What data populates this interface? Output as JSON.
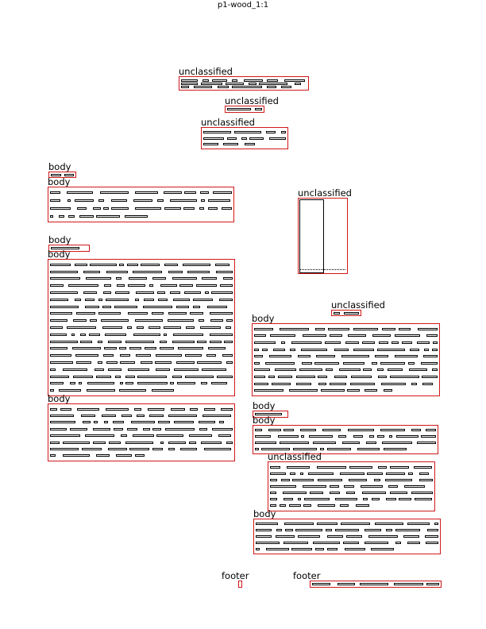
{
  "page": {
    "title": "p1-wood_1:1"
  },
  "regions": [
    {
      "id": "r1",
      "label": "unclassified"
    },
    {
      "id": "r2",
      "label": "unclassified"
    },
    {
      "id": "r3",
      "label": "unclassified"
    },
    {
      "id": "r4",
      "label": "body"
    },
    {
      "id": "r5",
      "label": "body"
    },
    {
      "id": "r6",
      "label": "unclassified"
    },
    {
      "id": "r7",
      "label": "body"
    },
    {
      "id": "r8",
      "label": "body"
    },
    {
      "id": "r9",
      "label": "unclassified"
    },
    {
      "id": "r10",
      "label": "body"
    },
    {
      "id": "r11",
      "label": "body"
    },
    {
      "id": "r12",
      "label": "body"
    },
    {
      "id": "r13",
      "label": "body"
    },
    {
      "id": "r14",
      "label": "unclassified"
    },
    {
      "id": "r15",
      "label": "body"
    },
    {
      "id": "r16",
      "label": "footer"
    },
    {
      "id": "r17",
      "label": "footer"
    }
  ],
  "colors": {
    "box_border": "#d01818",
    "text_line": "#000000",
    "background": "#ffffff"
  }
}
